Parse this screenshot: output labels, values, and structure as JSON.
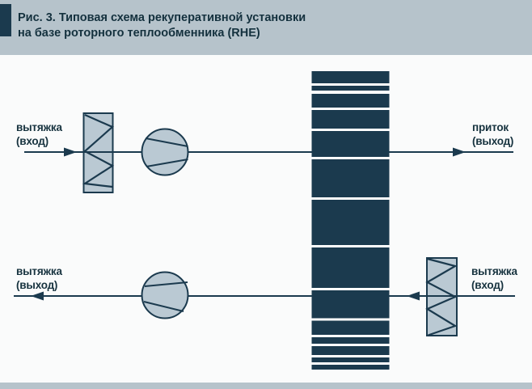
{
  "title": {
    "line1": "Рис. 3. Типовая схема рекуперативной установки",
    "line2": "на базе роторного теплообменника (RHE)"
  },
  "labels": {
    "top_left": {
      "line1": "вытяжка",
      "line2": "(вход)"
    },
    "top_right": {
      "line1": "приток",
      "line2": "(выход)"
    },
    "bottom_left": {
      "line1": "вытяжка",
      "line2": "(выход)"
    },
    "bottom_right": {
      "line1": "вытяжка",
      "line2": "(вход)"
    }
  },
  "icons": {
    "filter": "filter-zigzag-icon",
    "fan": "fan-circle-icon",
    "rotor": "rotary-heat-exchanger-icon",
    "arrow": "flow-arrow-icon"
  },
  "colors": {
    "band": "#b6c3cb",
    "canvas": "#fafbfb",
    "navy": "#1b3a4e",
    "component_fill": "#bac9d3",
    "rotor_stripe": "#ffffff",
    "title_text": "#14313e",
    "label_text": "#17333f"
  }
}
